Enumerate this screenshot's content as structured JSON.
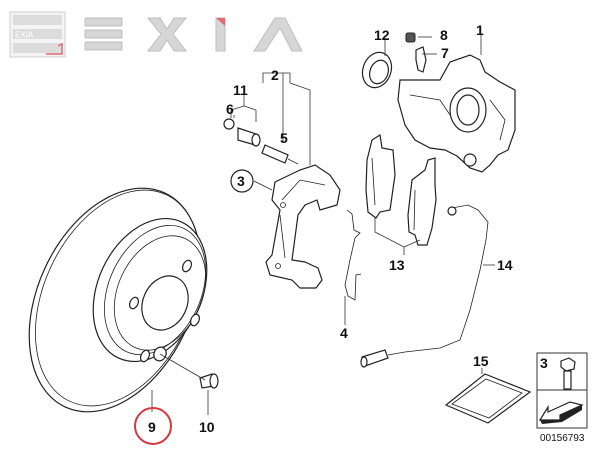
{
  "logo": {
    "badge_text": "EXIA",
    "letters": [
      "E",
      "X",
      "I",
      "A"
    ],
    "accent_color": "#e06a70",
    "gray_color": "#d6d6d6"
  },
  "diagram": {
    "reference_number": "00156793",
    "highlight_color": "#d9363e",
    "callouts": [
      {
        "id": "1",
        "label": "1",
        "part": "brake-caliper"
      },
      {
        "id": "2",
        "label": "2",
        "part": "guide-pin-set"
      },
      {
        "id": "3",
        "label": "3",
        "part": "caliper-carrier"
      },
      {
        "id": "4",
        "label": "4",
        "part": "retaining-spring"
      },
      {
        "id": "5",
        "label": "5",
        "part": "guide-bolt"
      },
      {
        "id": "6",
        "label": "6",
        "part": "protective-cap"
      },
      {
        "id": "7",
        "label": "7",
        "part": "bleeder-valve"
      },
      {
        "id": "8",
        "label": "8",
        "part": "dust-cap"
      },
      {
        "id": "9",
        "label": "9",
        "part": "brake-disc",
        "highlighted": true
      },
      {
        "id": "10",
        "label": "10",
        "part": "disc-screw"
      },
      {
        "id": "11",
        "label": "11",
        "part": "guide-sleeve"
      },
      {
        "id": "12",
        "label": "12",
        "part": "piston-seal"
      },
      {
        "id": "13",
        "label": "13",
        "part": "brake-pads"
      },
      {
        "id": "14",
        "label": "14",
        "part": "wear-sensor"
      },
      {
        "id": "15",
        "label": "15",
        "part": "grease-packet"
      }
    ],
    "legend_box": {
      "label": "3",
      "icon": "bolt-icon",
      "arrow": "arrow-icon"
    }
  }
}
